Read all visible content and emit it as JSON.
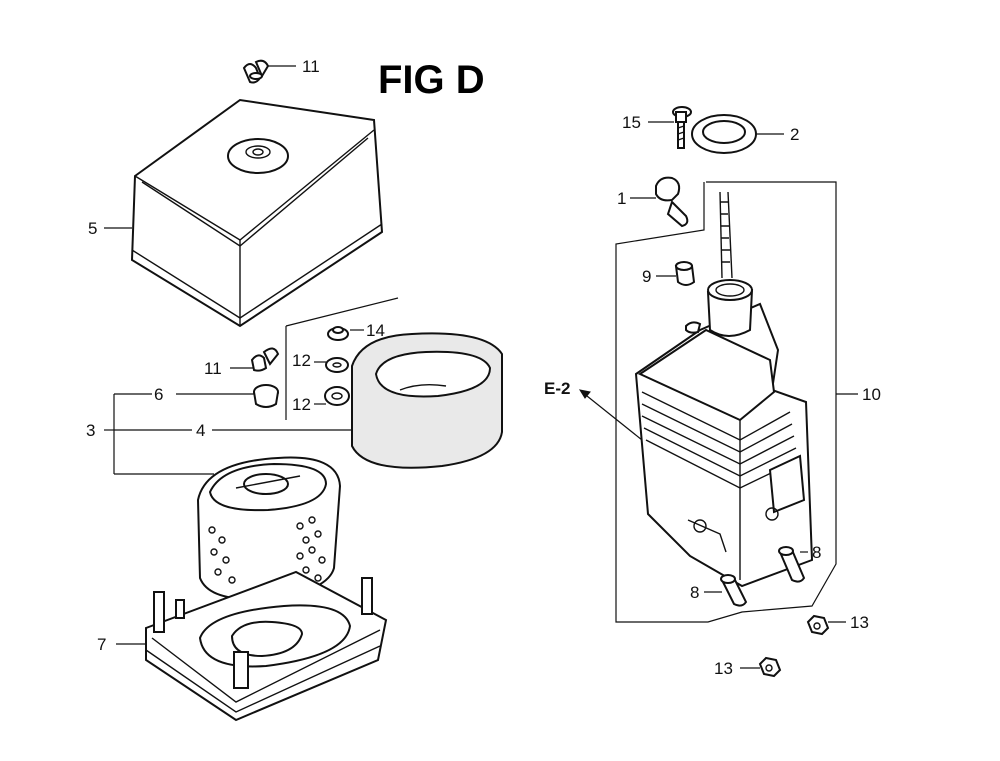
{
  "figure": {
    "title": "FIG D",
    "reference_label": "E-2"
  },
  "callouts": [
    {
      "id": "c-11-top",
      "label": "11"
    },
    {
      "id": "c-5",
      "label": "5"
    },
    {
      "id": "c-11-mid",
      "label": "11"
    },
    {
      "id": "c-6",
      "label": "6"
    },
    {
      "id": "c-3",
      "label": "3"
    },
    {
      "id": "c-4",
      "label": "4"
    },
    {
      "id": "c-14",
      "label": "14"
    },
    {
      "id": "c-12-a",
      "label": "12"
    },
    {
      "id": "c-12-b",
      "label": "12"
    },
    {
      "id": "c-7",
      "label": "7"
    },
    {
      "id": "c-15",
      "label": "15"
    },
    {
      "id": "c-2",
      "label": "2"
    },
    {
      "id": "c-1",
      "label": "1"
    },
    {
      "id": "c-9",
      "label": "9"
    },
    {
      "id": "c-10",
      "label": "10"
    },
    {
      "id": "c-8-a",
      "label": "8"
    },
    {
      "id": "c-8-b",
      "label": "8"
    },
    {
      "id": "c-13-a",
      "label": "13"
    },
    {
      "id": "c-13-b",
      "label": "13"
    }
  ],
  "icons": {
    "arrow": "leader-arrow-icon"
  },
  "colors": {
    "line": "#111111",
    "background": "#ffffff",
    "foam": "#e9e9e9"
  }
}
